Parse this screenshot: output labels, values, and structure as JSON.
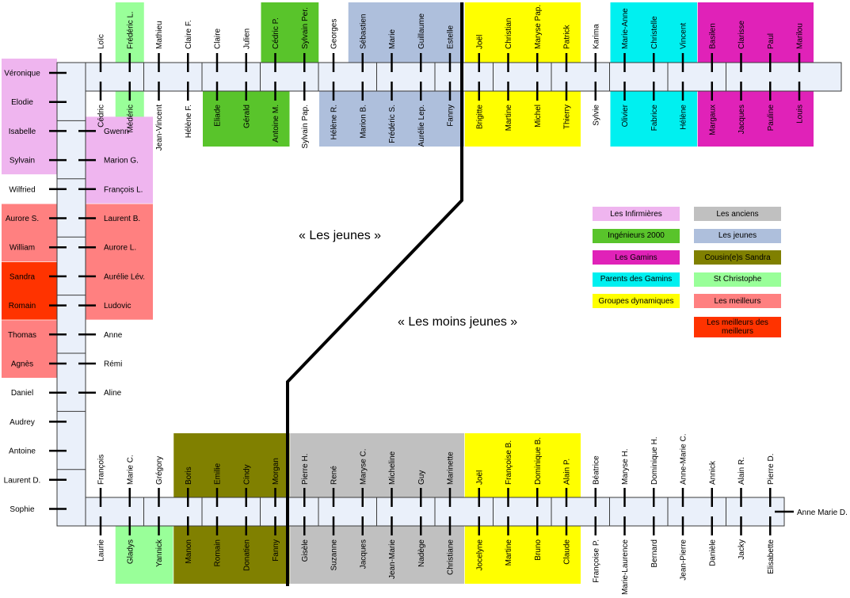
{
  "colors": {
    "infirmieres": "#efb5ef",
    "ingenieurs": "#59c42b",
    "gamins": "#e022b8",
    "parents_gamins": "#00f0f0",
    "groupes_dynamiques": "#ffff00",
    "anciens": "#c0c0c0",
    "jeunes": "#aebfdc",
    "cousins_sandra": "#808000",
    "st_christophe": "#99ff99",
    "meilleurs": "#ff8080",
    "meilleurs_des_meilleurs": "#ff3300",
    "rail": "#eaf0fa",
    "rail_border": "#3a3a3a"
  },
  "legend": [
    {
      "label": "Les Infirmières",
      "color_key": "infirmieres"
    },
    {
      "label": "Les anciens",
      "color_key": "anciens"
    },
    {
      "label": "Ingénieurs 2000",
      "color_key": "ingenieurs"
    },
    {
      "label": "Les jeunes",
      "color_key": "jeunes"
    },
    {
      "label": "Les Gamins",
      "color_key": "gamins"
    },
    {
      "label": "Cousin(e)s Sandra",
      "color_key": "cousins_sandra"
    },
    {
      "label": "Parents des Gamins",
      "color_key": "parents_gamins"
    },
    {
      "label": "St Christophe",
      "color_key": "st_christophe"
    },
    {
      "label": "Groupes dynamiques",
      "color_key": "groupes_dynamiques"
    },
    {
      "label": "Les meilleurs",
      "color_key": "meilleurs"
    },
    {
      "label": "",
      "color_key": ""
    },
    {
      "label": "Les meilleurs des meilleurs",
      "color_key": "meilleurs_des_meilleurs"
    }
  ],
  "zones": {
    "young": "« Les jeunes »",
    "old": "« Les moins jeunes »"
  },
  "top_above": [
    {
      "name": "Loïc",
      "group": ""
    },
    {
      "name": "Frédéric L.",
      "group": "st_christophe"
    },
    {
      "name": "Mathieu",
      "group": ""
    },
    {
      "name": "Claire F.",
      "group": ""
    },
    {
      "name": "Claire",
      "group": ""
    },
    {
      "name": "Julien",
      "group": ""
    },
    {
      "name": "Cédric P.",
      "group": "ingenieurs"
    },
    {
      "name": "Sylvain Per.",
      "group": "ingenieurs"
    },
    {
      "name": "Georges",
      "group": ""
    },
    {
      "name": "Sébastien",
      "group": "jeunes"
    },
    {
      "name": "Marie",
      "group": "jeunes"
    },
    {
      "name": "Guillaume",
      "group": "jeunes"
    },
    {
      "name": "Estelle",
      "group": "jeunes"
    },
    {
      "name": "Joël",
      "group": "groupes_dynamiques"
    },
    {
      "name": "Christian",
      "group": "groupes_dynamiques"
    },
    {
      "name": "Maryse Pap.",
      "group": "groupes_dynamiques"
    },
    {
      "name": "Patrick",
      "group": "groupes_dynamiques"
    },
    {
      "name": "Karima",
      "group": ""
    },
    {
      "name": "Marie-Anne",
      "group": "parents_gamins"
    },
    {
      "name": "Christelle",
      "group": "parents_gamins"
    },
    {
      "name": "Vincent",
      "group": "parents_gamins"
    },
    {
      "name": "Basilen",
      "group": "gamins"
    },
    {
      "name": "Clarisse",
      "group": "gamins"
    },
    {
      "name": "Paul",
      "group": "gamins"
    },
    {
      "name": "Marilou",
      "group": "gamins"
    }
  ],
  "top_below": [
    {
      "name": "Cédric",
      "group": ""
    },
    {
      "name": "Médéric",
      "group": "st_christophe"
    },
    {
      "name": "Jean-Vincent",
      "group": ""
    },
    {
      "name": "Hélène F.",
      "group": ""
    },
    {
      "name": "Eliade",
      "group": "ingenieurs"
    },
    {
      "name": "Gérald",
      "group": "ingenieurs"
    },
    {
      "name": "Antoine M.",
      "group": "ingenieurs"
    },
    {
      "name": "Sylvain Pap.",
      "group": ""
    },
    {
      "name": "Hélène R.",
      "group": "jeunes"
    },
    {
      "name": "Marion B.",
      "group": "jeunes"
    },
    {
      "name": "Frédéric S.",
      "group": "jeunes"
    },
    {
      "name": "Aurélie Lep.",
      "group": "jeunes"
    },
    {
      "name": "Fanny",
      "group": "jeunes"
    },
    {
      "name": "Brigitte",
      "group": "groupes_dynamiques"
    },
    {
      "name": "Martine",
      "group": "groupes_dynamiques"
    },
    {
      "name": "Michel",
      "group": "groupes_dynamiques"
    },
    {
      "name": "Thierry",
      "group": "groupes_dynamiques"
    },
    {
      "name": "Sylvie",
      "group": ""
    },
    {
      "name": "Olivier",
      "group": "parents_gamins"
    },
    {
      "name": "Fabrice",
      "group": "parents_gamins"
    },
    {
      "name": "Hélène",
      "group": "parents_gamins"
    },
    {
      "name": "Margaux",
      "group": "gamins"
    },
    {
      "name": "Jacques",
      "group": "gamins"
    },
    {
      "name": "Pauline",
      "group": "gamins"
    },
    {
      "name": "Louis",
      "group": "gamins"
    }
  ],
  "left_outer": [
    {
      "name": "Véronique",
      "group": "infirmieres"
    },
    {
      "name": "Elodie",
      "group": "infirmieres"
    },
    {
      "name": "Isabelle",
      "group": "infirmieres"
    },
    {
      "name": "Sylvain",
      "group": "infirmieres"
    },
    {
      "name": "Wilfried",
      "group": ""
    },
    {
      "name": "Aurore S.",
      "group": "meilleurs"
    },
    {
      "name": "William",
      "group": "meilleurs"
    },
    {
      "name": "Sandra",
      "group": "meilleurs_des_meilleurs"
    },
    {
      "name": "Romain",
      "group": "meilleurs_des_meilleurs"
    },
    {
      "name": "Thomas",
      "group": "meilleurs"
    },
    {
      "name": "Agnès",
      "group": "meilleurs"
    },
    {
      "name": "Daniel",
      "group": ""
    },
    {
      "name": "Audrey",
      "group": ""
    },
    {
      "name": "Antoine",
      "group": ""
    },
    {
      "name": "Laurent D.",
      "group": ""
    },
    {
      "name": "Sophie",
      "group": ""
    }
  ],
  "left_inner": [
    {
      "name": "Gwenn",
      "group": "infirmieres"
    },
    {
      "name": "Marion G.",
      "group": "infirmieres"
    },
    {
      "name": "François L.",
      "group": "infirmieres"
    },
    {
      "name": "Laurent B.",
      "group": "meilleurs"
    },
    {
      "name": "Aurore L.",
      "group": "meilleurs"
    },
    {
      "name": "Aurélie Lév.",
      "group": "meilleurs"
    },
    {
      "name": "Ludovic",
      "group": "meilleurs"
    },
    {
      "name": "Anne",
      "group": ""
    },
    {
      "name": "Rémi",
      "group": ""
    },
    {
      "name": "Aline",
      "group": ""
    }
  ],
  "bottom_above": [
    {
      "name": "François",
      "group": ""
    },
    {
      "name": "Marie C.",
      "group": ""
    },
    {
      "name": "Grégory",
      "group": ""
    },
    {
      "name": "Boris",
      "group": "cousins_sandra"
    },
    {
      "name": "Emilie",
      "group": "cousins_sandra"
    },
    {
      "name": "Cindy",
      "group": "cousins_sandra"
    },
    {
      "name": "Morgan",
      "group": "cousins_sandra"
    },
    {
      "name": "Pierre H.",
      "group": "anciens"
    },
    {
      "name": "René",
      "group": "anciens"
    },
    {
      "name": "Maryse C.",
      "group": "anciens"
    },
    {
      "name": "Micheline",
      "group": "anciens"
    },
    {
      "name": "Guy",
      "group": "anciens"
    },
    {
      "name": "Marinette",
      "group": "anciens"
    },
    {
      "name": "Joël",
      "group": "groupes_dynamiques"
    },
    {
      "name": "Françoise B.",
      "group": "groupes_dynamiques"
    },
    {
      "name": "Dominique B.",
      "group": "groupes_dynamiques"
    },
    {
      "name": "Alain P.",
      "group": "groupes_dynamiques"
    },
    {
      "name": "Béatrice",
      "group": ""
    },
    {
      "name": "Maryse H.",
      "group": ""
    },
    {
      "name": "Dominique H.",
      "group": ""
    },
    {
      "name": "Anne-Marie C.",
      "group": ""
    },
    {
      "name": "Annick",
      "group": ""
    },
    {
      "name": "Alain R.",
      "group": ""
    },
    {
      "name": "Pierre D.",
      "group": ""
    }
  ],
  "bottom_below": [
    {
      "name": "Laurie",
      "group": ""
    },
    {
      "name": "Gladys",
      "group": "st_christophe"
    },
    {
      "name": "Yannick",
      "group": "st_christophe"
    },
    {
      "name": "Manon",
      "group": "cousins_sandra"
    },
    {
      "name": "Romain",
      "group": "cousins_sandra"
    },
    {
      "name": "Donatien",
      "group": "cousins_sandra"
    },
    {
      "name": "Fanny",
      "group": "cousins_sandra"
    },
    {
      "name": "Gisèle",
      "group": "anciens"
    },
    {
      "name": "Suzanne",
      "group": "anciens"
    },
    {
      "name": "Jacques",
      "group": "anciens"
    },
    {
      "name": "Jean-Marie",
      "group": "anciens"
    },
    {
      "name": "Nadège",
      "group": "anciens"
    },
    {
      "name": "Christiane",
      "group": "anciens"
    },
    {
      "name": "Jocelyne",
      "group": "groupes_dynamiques"
    },
    {
      "name": "Martine",
      "group": "groupes_dynamiques"
    },
    {
      "name": "Bruno",
      "group": "groupes_dynamiques"
    },
    {
      "name": "Claude",
      "group": "groupes_dynamiques"
    },
    {
      "name": "Françoise P.",
      "group": ""
    },
    {
      "name": "Marie-Laurence",
      "group": ""
    },
    {
      "name": "Bernard",
      "group": ""
    },
    {
      "name": "Jean-Pierre",
      "group": ""
    },
    {
      "name": "Danièle",
      "group": ""
    },
    {
      "name": "Jacky",
      "group": ""
    },
    {
      "name": "Elisabette",
      "group": ""
    }
  ],
  "end_guest": {
    "name": "Anne Marie D.",
    "group": ""
  }
}
